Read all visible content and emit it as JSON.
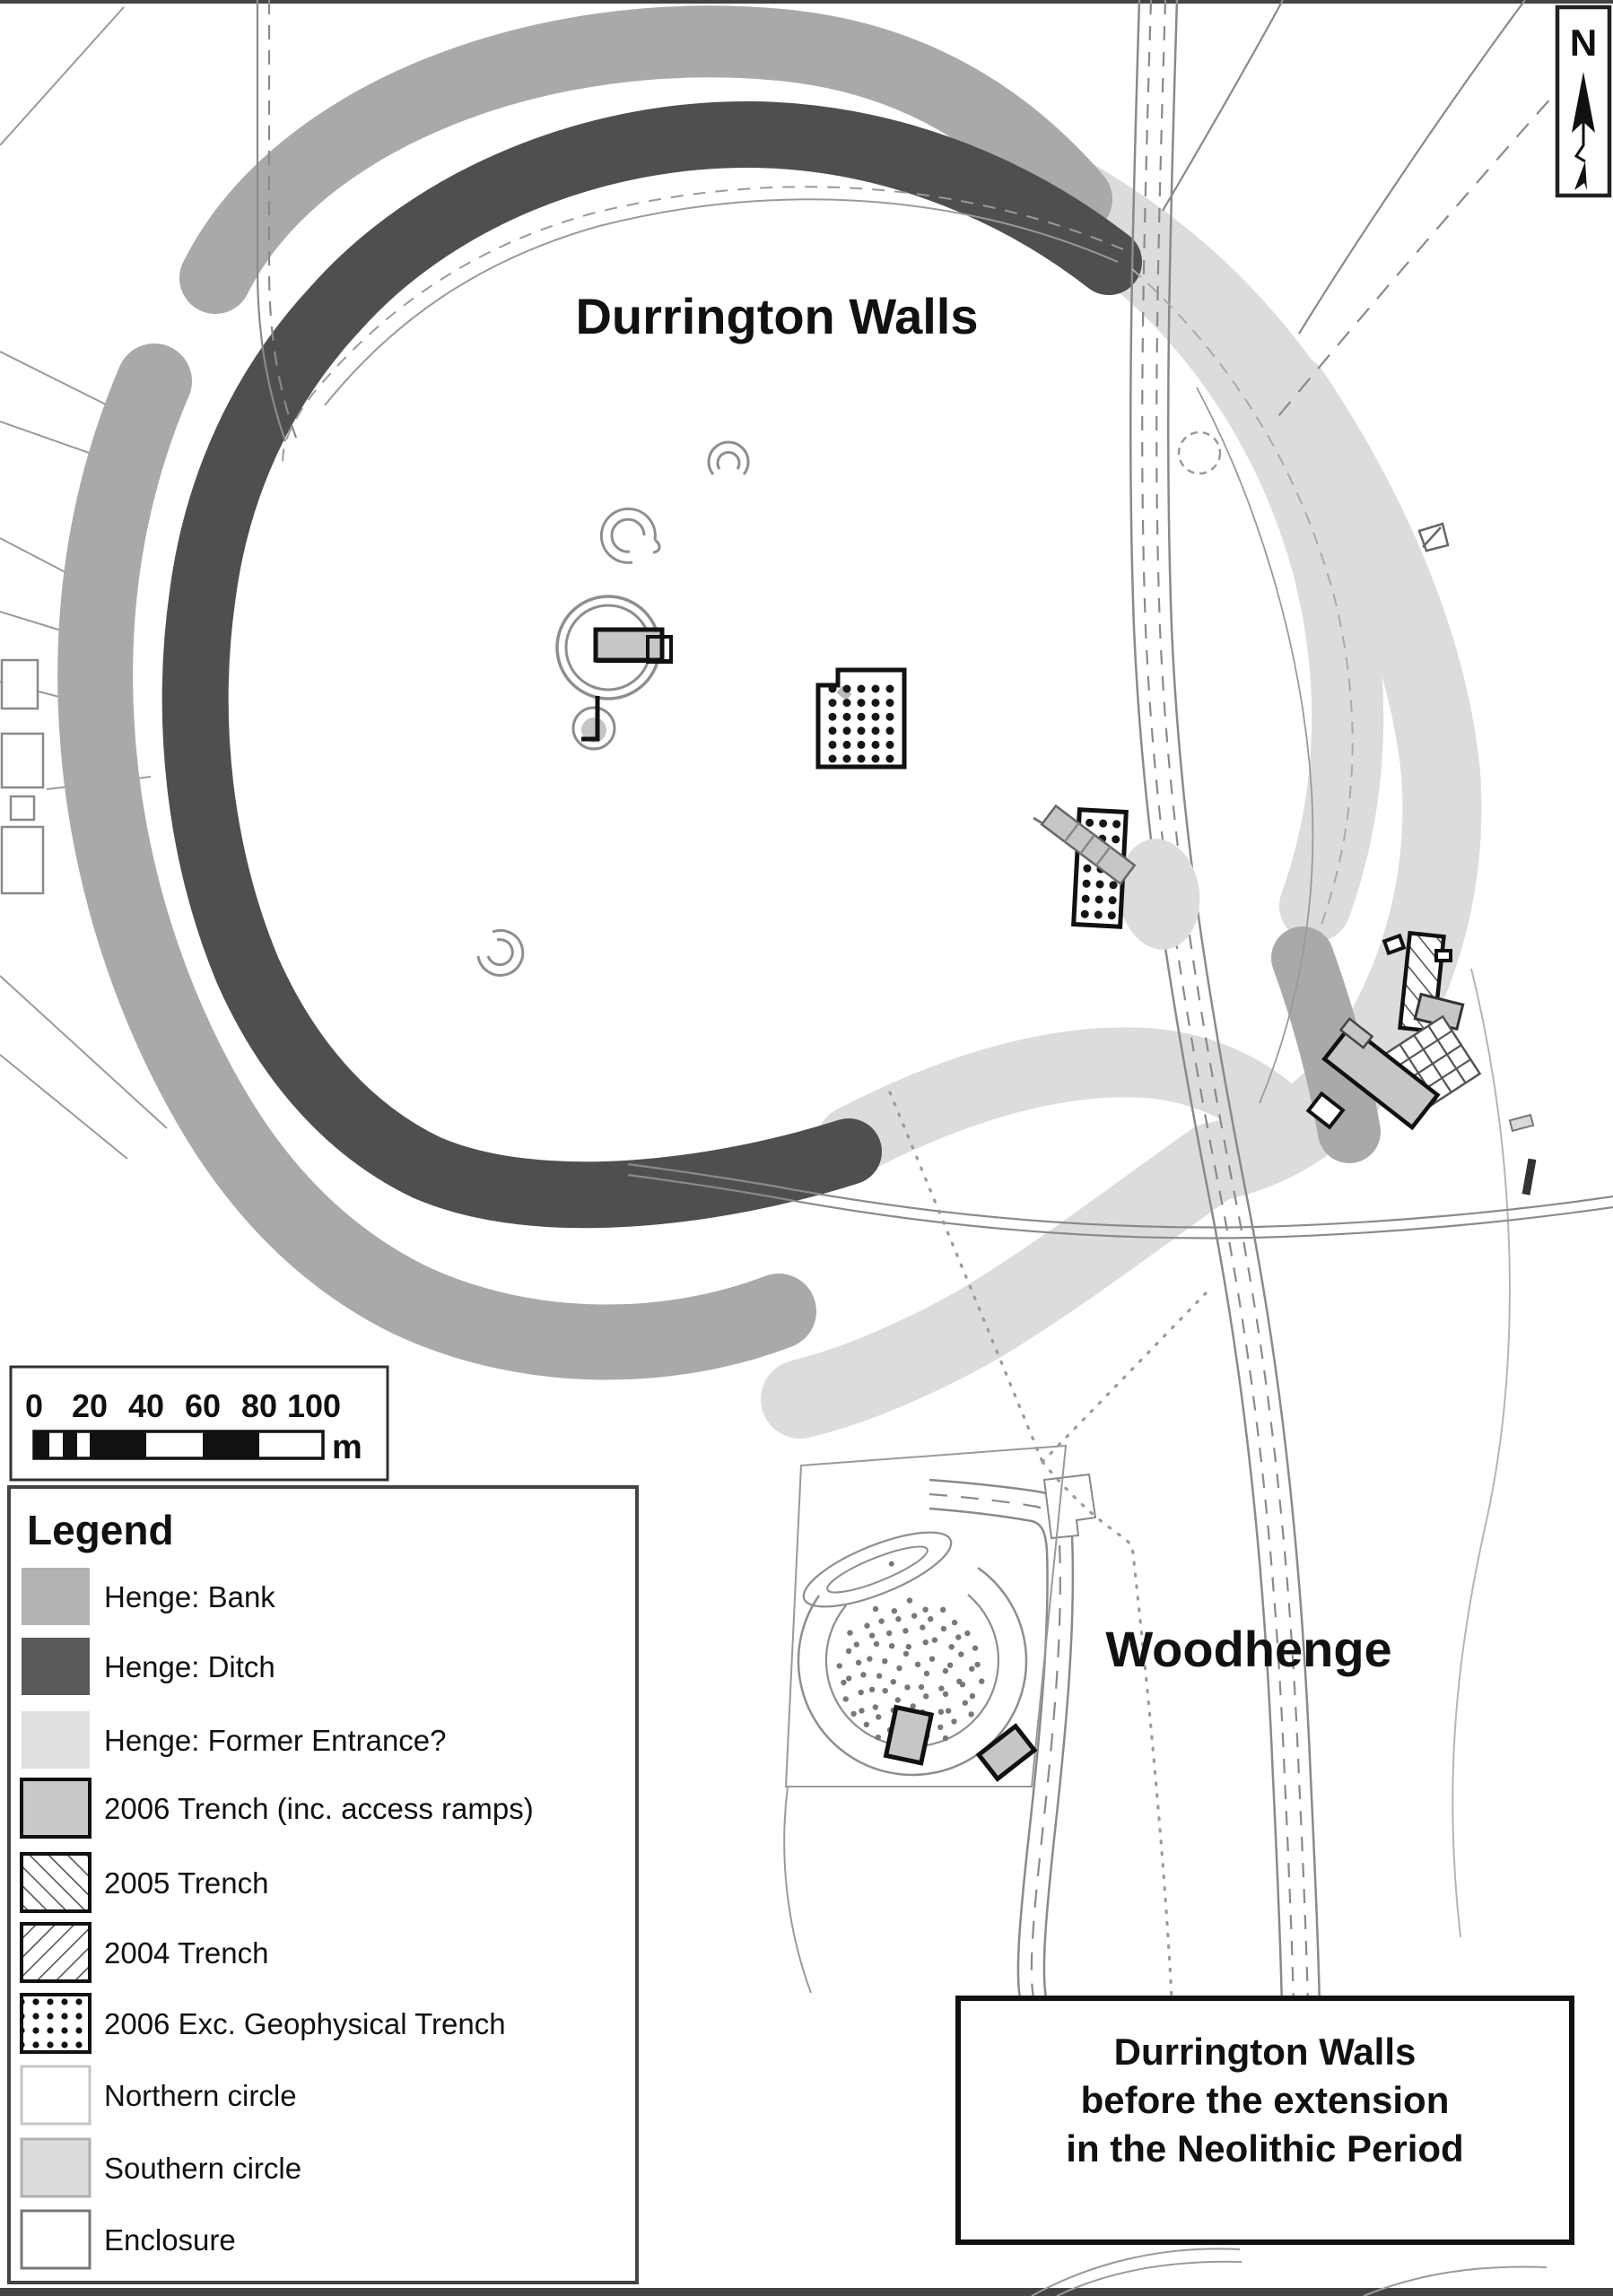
{
  "map_labels": {
    "durrington": "Durrington Walls",
    "woodhenge": "Woodhenge",
    "north": "N"
  },
  "scalebar": {
    "ticks": [
      "0",
      "20",
      "40",
      "60",
      "80",
      "100"
    ],
    "unit": "m"
  },
  "legend": {
    "title": "Legend",
    "items": [
      {
        "label": "Henge: Bank",
        "swatch": "bank"
      },
      {
        "label": "Henge: Ditch",
        "swatch": "ditch"
      },
      {
        "label": "Henge: Former Entrance?",
        "swatch": "entrance"
      },
      {
        "label": "2006 Trench (inc. access ramps)",
        "swatch": "trench-2006"
      },
      {
        "label": "2005 Trench",
        "swatch": "trench-2005"
      },
      {
        "label": "2004 Trench",
        "swatch": "trench-2004"
      },
      {
        "label": "2006 Exc. Geophysical Trench",
        "swatch": "geophysical-trench"
      },
      {
        "label": "Northern circle",
        "swatch": "northern-circle"
      },
      {
        "label": "Southern circle",
        "swatch": "southern-circle"
      },
      {
        "label": "Enclosure",
        "swatch": "enclosure"
      }
    ]
  },
  "title_box": {
    "line1": "Durrington Walls",
    "line2": "before the extension",
    "line3": "in the Neolithic Period"
  },
  "colors": {
    "bank": "#a9a9a9",
    "ditch": "#4f4f4f",
    "entrance": "#dcdcdc",
    "trench_fill": "#c6c6c6",
    "road_line": "#8a8a8a"
  }
}
